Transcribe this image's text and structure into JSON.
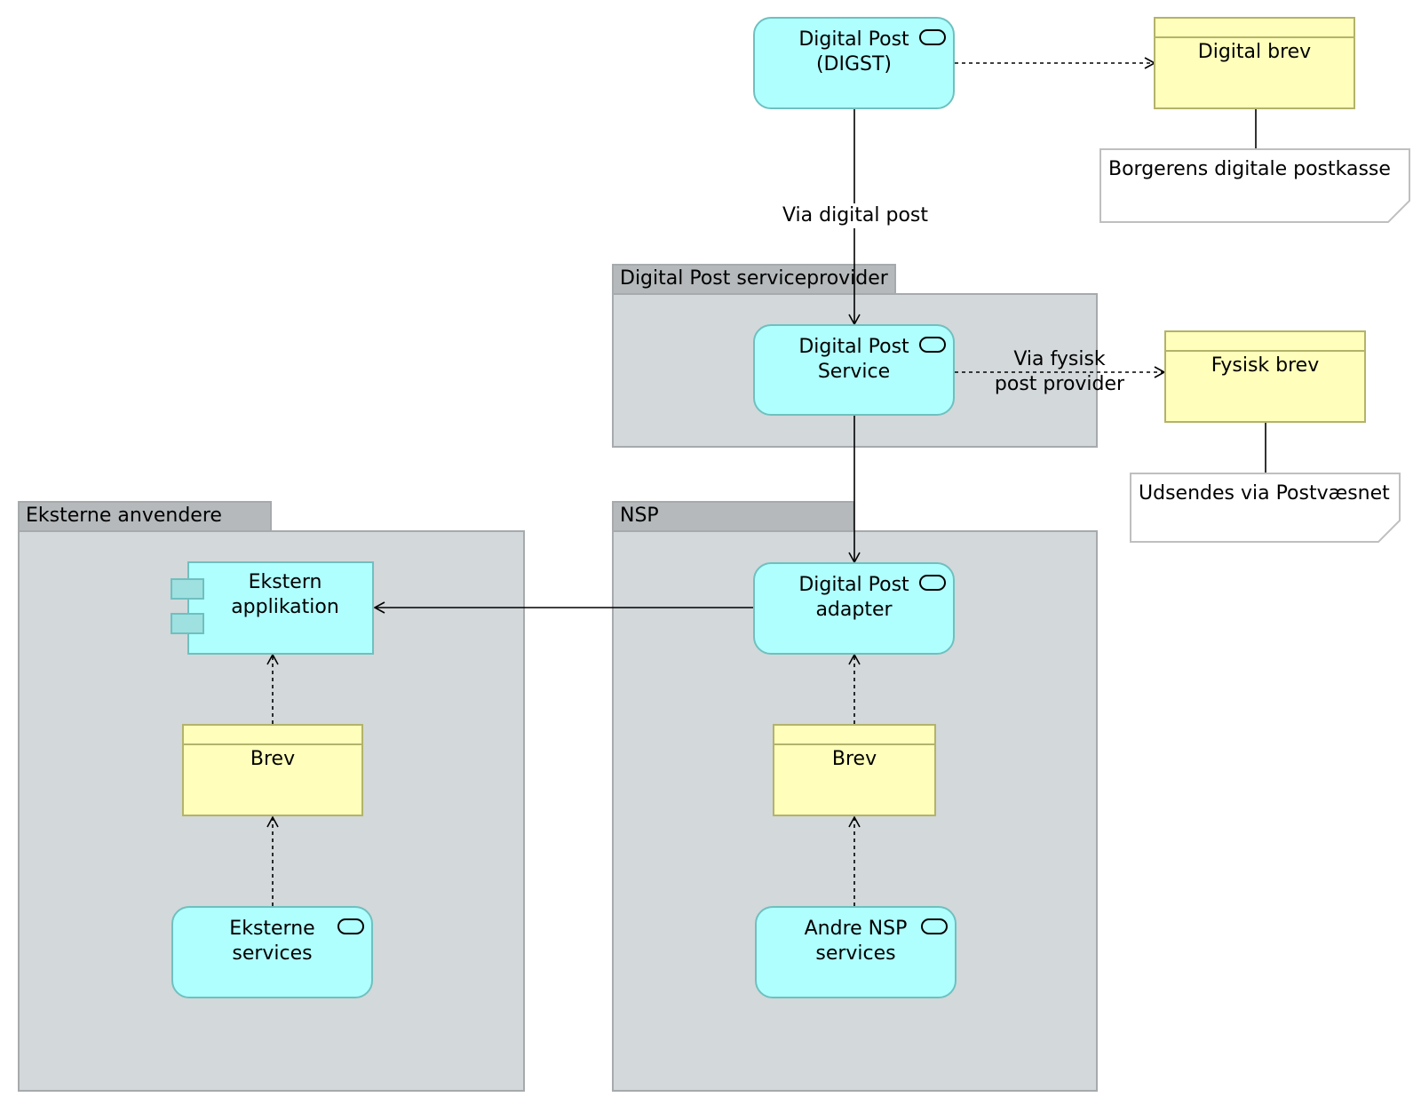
{
  "groups": {
    "serviceprovider": "Digital Post serviceprovider",
    "eksterne": "Eksterne anvendere",
    "nsp": "NSP"
  },
  "services": {
    "digst": "Digital Post\n(DIGST)",
    "dp_service": "Digital Post\nService",
    "dp_adapter": "Digital Post\nadapter",
    "eksterne_services": "Eksterne\nservices",
    "andre_nsp": "Andre NSP\nservices"
  },
  "components": {
    "ekstern_app": "Ekstern\napplikation"
  },
  "objects": {
    "digital_brev": "Digital brev",
    "fysisk_brev": "Fysisk brev",
    "brev_eksterne": "Brev",
    "brev_nsp": "Brev"
  },
  "notes": {
    "postkasse": "Borgerens digitale postkasse",
    "postvaesnet": "Udsendes via Postvæsnet"
  },
  "relations": {
    "via_digital_post": "Via digital post",
    "via_fysisk": "Via fysisk\npost provider"
  },
  "icons": {
    "service": "service-icon",
    "component": "component-icon"
  },
  "colors": {
    "service_fill": "#b0ffff",
    "object_fill": "#ffffbb",
    "group_fill": "#d3d8da"
  }
}
